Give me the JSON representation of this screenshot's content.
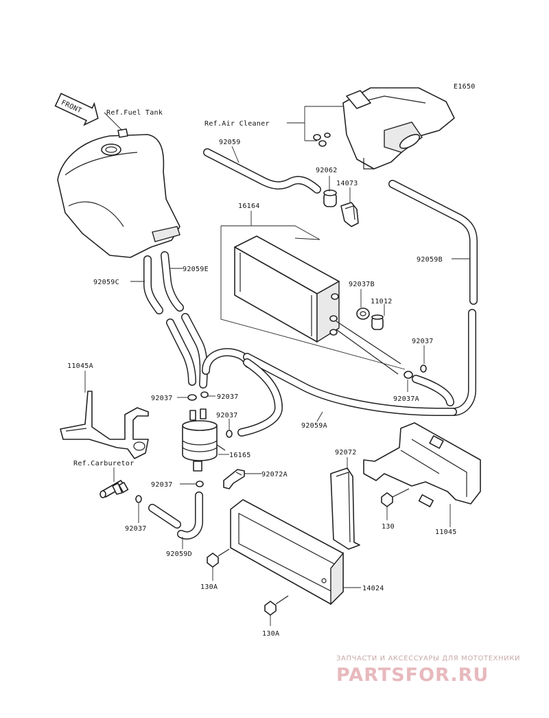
{
  "diagram_code": "E1650",
  "front_arrow_text": "FRONT",
  "refs": {
    "fuel_tank": "Ref.Fuel Tank",
    "air_cleaner": "Ref.Air Cleaner",
    "carburetor": "Ref.Carburetor"
  },
  "parts": {
    "hose_92059": "92059",
    "hose_92059B": "92059B",
    "hose_92059C": "92059C",
    "hose_92059E": "92059E",
    "hose_92059A": "92059A",
    "hose_92059D": "92059D",
    "cap_92062": "92062",
    "bracket_14073": "14073",
    "canister_16164": "16164",
    "clamp_92037B": "92037B",
    "cap_11012": "11012",
    "clamp_92037_a": "92037",
    "clamp_92037A": "92037A",
    "bracket_11045A": "11045A",
    "clamp_92037_b": "92037",
    "clamp_92037_c": "92037",
    "clamp_92037_d": "92037",
    "separator_16165": "16165",
    "clamp_92037_e": "92037",
    "clamp_92072A": "92072A",
    "clamp_92037_f": "92037",
    "bracket_92072": "92072",
    "bolt_130": "130",
    "bracket_11045": "11045",
    "cover_14024": "14024",
    "bolt_130A_a": "130A",
    "bolt_130A_b": "130A"
  },
  "watermark": {
    "tagline": "ЗАПЧАСТИ И АКСЕССУАРЫ ДЛЯ МОТОТЕХНИКИ",
    "brand": "PARTSFOR.RU",
    "color": "#e7b9bd"
  }
}
